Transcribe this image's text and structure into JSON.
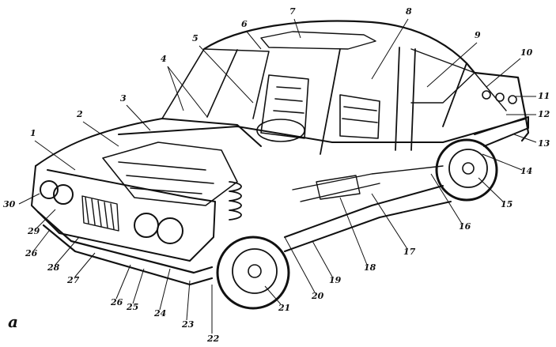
{
  "figure": {
    "caption_letter": "a",
    "callouts": [
      {
        "id": 1,
        "label": "1"
      },
      {
        "id": 2,
        "label": "2"
      },
      {
        "id": 3,
        "label": "3"
      },
      {
        "id": 4,
        "label": "4"
      },
      {
        "id": 5,
        "label": "5"
      },
      {
        "id": 6,
        "label": "6"
      },
      {
        "id": 7,
        "label": "7"
      },
      {
        "id": 8,
        "label": "8"
      },
      {
        "id": 9,
        "label": "9"
      },
      {
        "id": 10,
        "label": "10"
      },
      {
        "id": 11,
        "label": "11"
      },
      {
        "id": 12,
        "label": "12"
      },
      {
        "id": 13,
        "label": "13"
      },
      {
        "id": 14,
        "label": "14"
      },
      {
        "id": 15,
        "label": "15"
      },
      {
        "id": 16,
        "label": "16"
      },
      {
        "id": 17,
        "label": "17"
      },
      {
        "id": 18,
        "label": "18"
      },
      {
        "id": 19,
        "label": "19"
      },
      {
        "id": 20,
        "label": "20"
      },
      {
        "id": 21,
        "label": "21"
      },
      {
        "id": 22,
        "label": "22"
      },
      {
        "id": 23,
        "label": "23"
      },
      {
        "id": 24,
        "label": "24"
      },
      {
        "id": 25,
        "label": "25"
      },
      {
        "id": 26,
        "label": "26"
      },
      {
        "id": 27,
        "label": "27"
      },
      {
        "id": 28,
        "label": "28"
      },
      {
        "id": 29,
        "label": "29"
      },
      {
        "id": 30,
        "label": "30"
      },
      {
        "id": 31,
        "label": "26"
      }
    ]
  }
}
